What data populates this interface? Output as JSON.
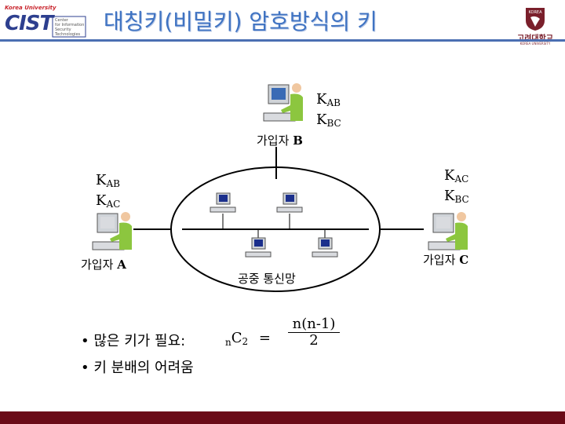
{
  "slide": {
    "title": "대칭키(비밀키) 암호방식의 키"
  },
  "logos": {
    "left": {
      "top_text": "Korea University",
      "name": "CIST",
      "sub": [
        "Center",
        "for Information",
        "Security Technologies"
      ]
    },
    "right": {
      "name": "고려대학교",
      "eng": "KOREA UNIVERSITY",
      "badge": "KOREA"
    }
  },
  "diagram": {
    "subscriber_b": {
      "label_prefix": "가입자",
      "label_letter": "B",
      "keys": [
        {
          "k": "K",
          "s": "AB"
        },
        {
          "k": "K",
          "s": "BC"
        }
      ]
    },
    "subscriber_a": {
      "label_prefix": "가입자",
      "label_letter": "A",
      "keys": [
        {
          "k": "K",
          "s": "AB"
        },
        {
          "k": "K",
          "s": "AC"
        }
      ]
    },
    "subscriber_c": {
      "label_prefix": "가입자",
      "label_letter": "C",
      "keys": [
        {
          "k": "K",
          "s": "AC"
        },
        {
          "k": "K",
          "s": "BC"
        }
      ]
    },
    "network_label": "공중 통신망"
  },
  "notes": {
    "bullet_char": "•",
    "line1": "많은 키가 필요:",
    "formula": {
      "pre": "n",
      "c": "C",
      "sub": "2",
      "eq": "=",
      "numerator": "n(n-1)",
      "denominator": "2"
    },
    "line2": "키 분배의 어려움"
  },
  "colors": {
    "title": "#3f73c2",
    "rule": "#4b6fb2",
    "bottom_bar": "#6a0a17"
  }
}
